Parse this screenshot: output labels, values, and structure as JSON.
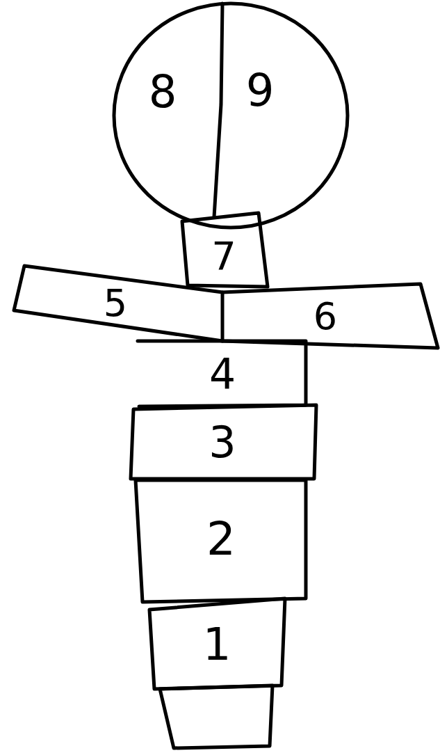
{
  "diagram": {
    "nodes": [
      {
        "text": [
          "8"
        ]
      },
      {
        "text": [
          "9"
        ]
      },
      {
        "text": [
          "7"
        ]
      },
      {
        "text": [
          "5"
        ]
      },
      {
        "text": [
          "6"
        ]
      },
      {
        "text": [
          "4"
        ]
      },
      {
        "text": [
          "3"
        ]
      },
      {
        "text": [
          "2"
        ]
      },
      {
        "text": [
          "1"
        ]
      }
    ]
  }
}
